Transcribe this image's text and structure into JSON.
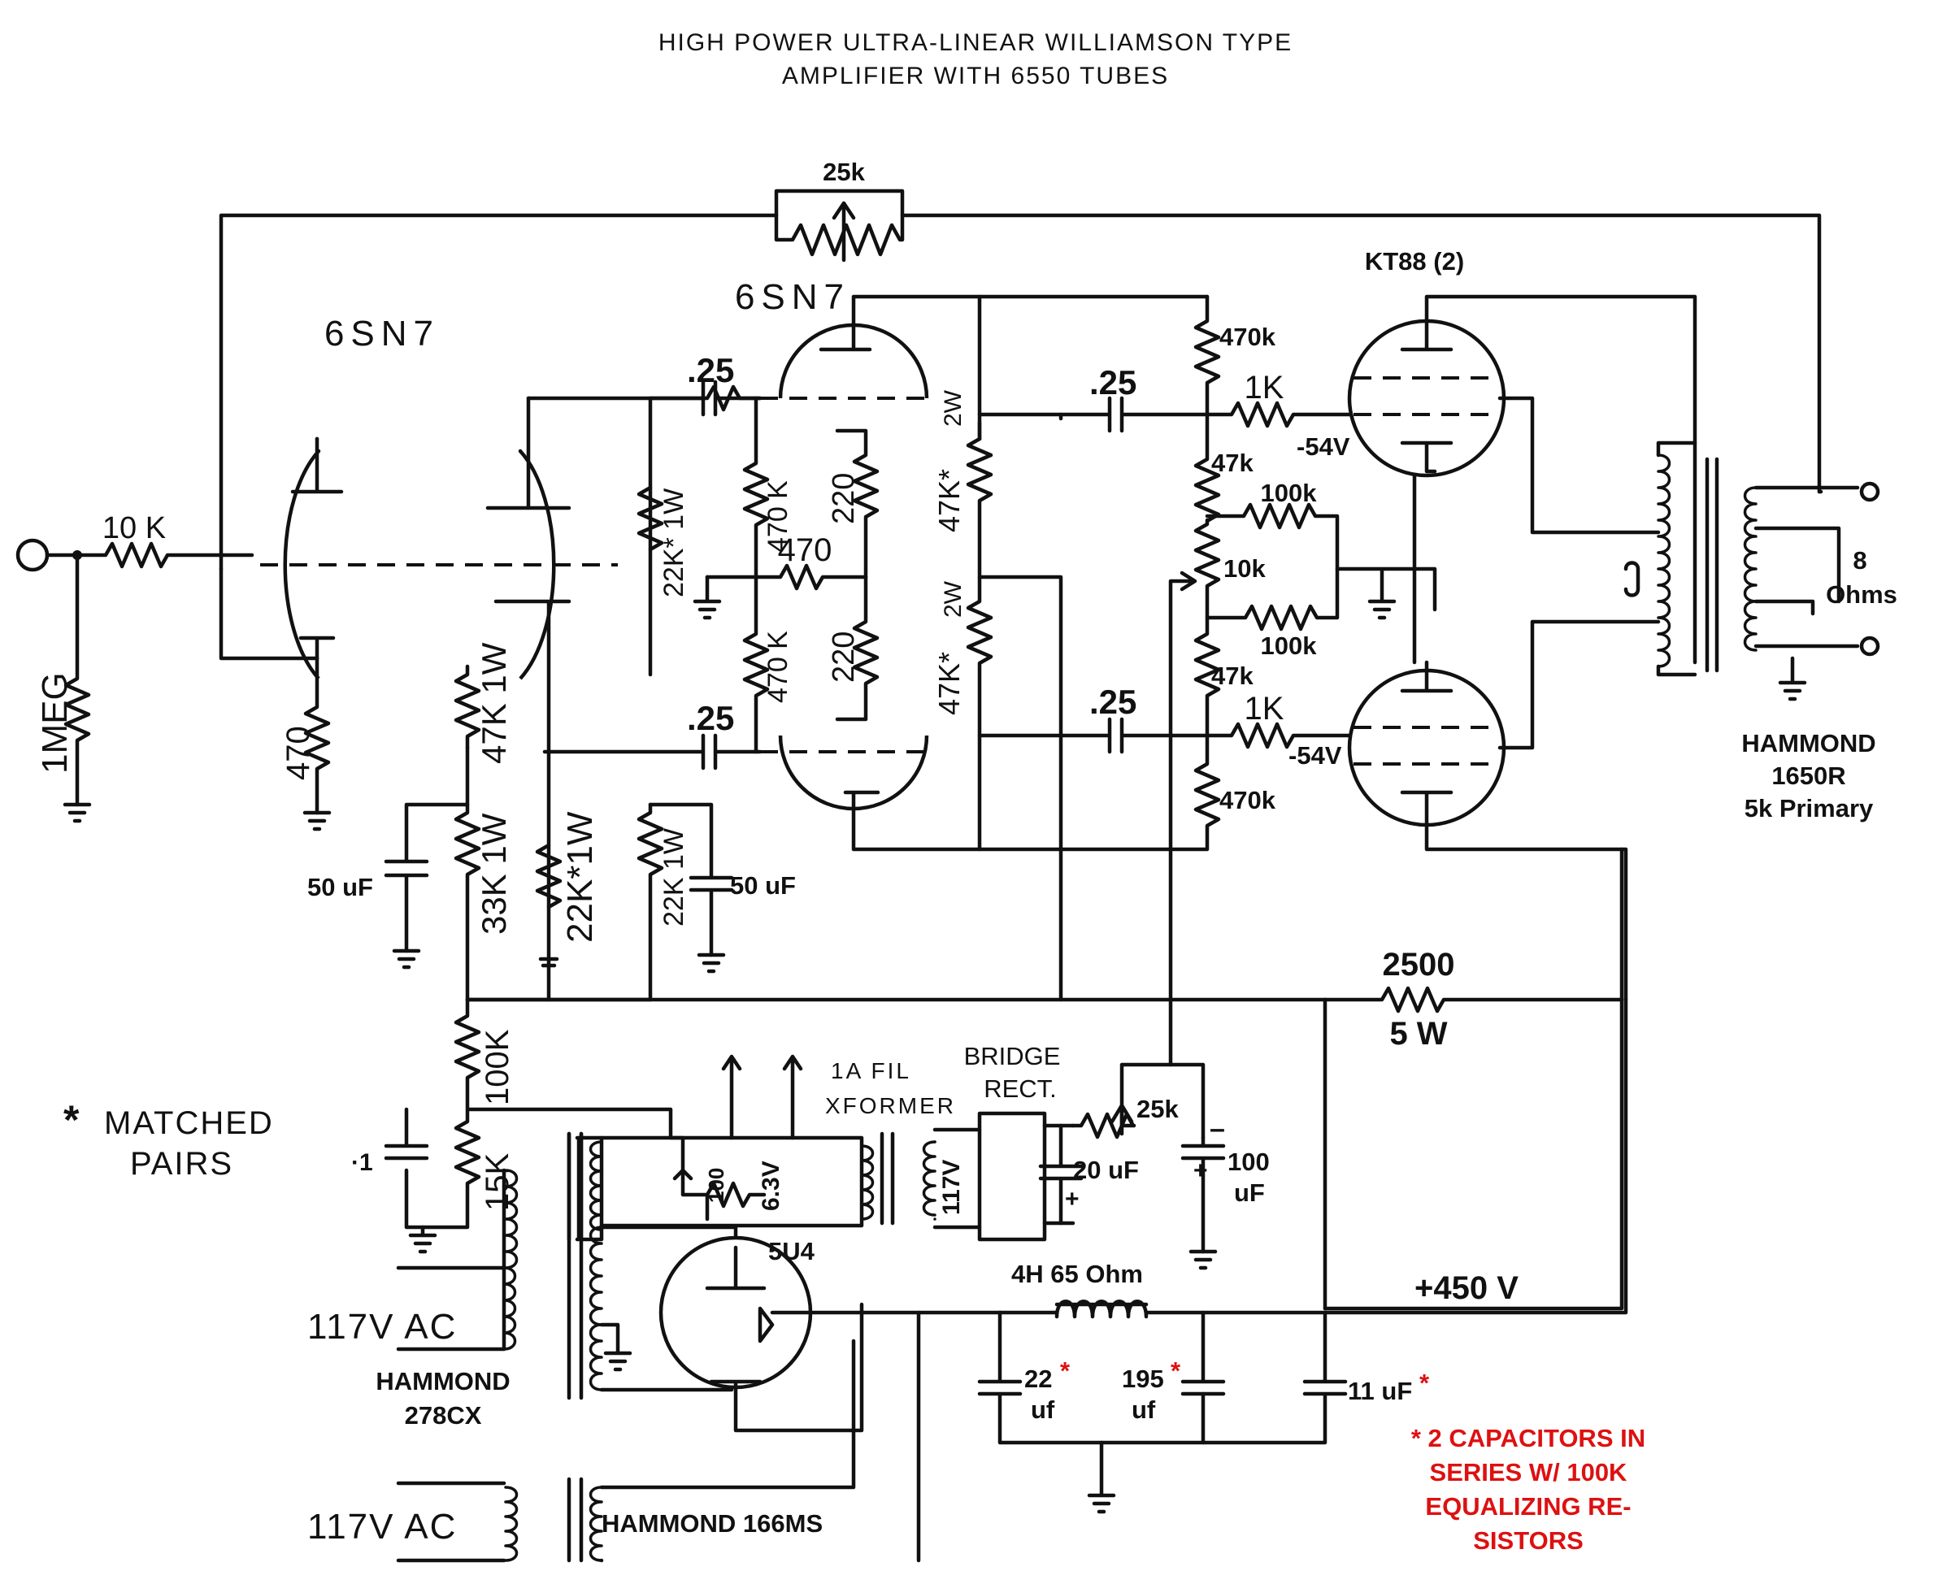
{
  "title_line1": "HIGH POWER ULTRA-LINEAR WILLIAMSON TYPE",
  "title_line2": "AMPLIFIER WITH 6550 TUBES",
  "feedback_pot": "25k",
  "tube_v1": "6SN7",
  "tube_v2": "6SN7",
  "tube_out": "KT88 (2)",
  "tube_rect": "5U4",
  "r_input": "10 K",
  "r_grid": "1MEG",
  "r_cathode1": "470",
  "r_plate1": "47K 1W",
  "r_plate1_dec": "33K 1W",
  "r_grid2": "22K* 1W",
  "r_grid2_lower": "22K*1W",
  "r_grid2_right": "22K 1W",
  "cap_coupling": ".25",
  "r_470k": "470 K",
  "r_220": "220",
  "r_tail": "470",
  "r_plate2": "47K*",
  "r_2w": "2W",
  "r_470k_bias": "470k",
  "r_47k_bias": "47k",
  "r_100k_bal": "100k",
  "pot_10k": "10k",
  "r_1k": "1K",
  "bias_v": "-54V",
  "ohms_8": "8",
  "ohms_label": "Ohms",
  "transformer_out_1": "HAMMOND",
  "transformer_out_2": "1650R",
  "transformer_out_3": "5k Primary",
  "cap_50uf": "50 uF",
  "r_2500": "2500",
  "r_2500_w": "5 W",
  "r_100k": "100K",
  "r_15k": "15K",
  "cap_01": "·1",
  "matched_1": "MATCHED",
  "matched_2": "PAIRS",
  "fil_1": "1A FIL",
  "fil_2": "XFORMER",
  "bridge_1": "BRIDGE",
  "bridge_2": "RECT.",
  "pot_25k": "25k",
  "cap_20uf": "20 uF",
  "cap_100uf_1": "100",
  "cap_100uf_2": "uF",
  "pot_100": "100",
  "v_63": "6.3V",
  "v_117": "117V",
  "choke": "4H 65 Ohm",
  "v_450": "+450 V",
  "cap_22_val": "22",
  "cap_22_unit": "uf",
  "cap_195_val": "195",
  "cap_195_unit": "uf",
  "cap_11": "11 uF",
  "star": "*",
  "ac_117": "117V AC",
  "power_tx_1": "HAMMOND",
  "power_tx_2": "278CX",
  "fil_tx": "HAMMOND 166MS",
  "note_1": "* 2 CAPACITORS IN",
  "note_2": "SERIES W/ 100K",
  "note_3": "EQUALIZING RE-",
  "note_4": "SISTORS"
}
